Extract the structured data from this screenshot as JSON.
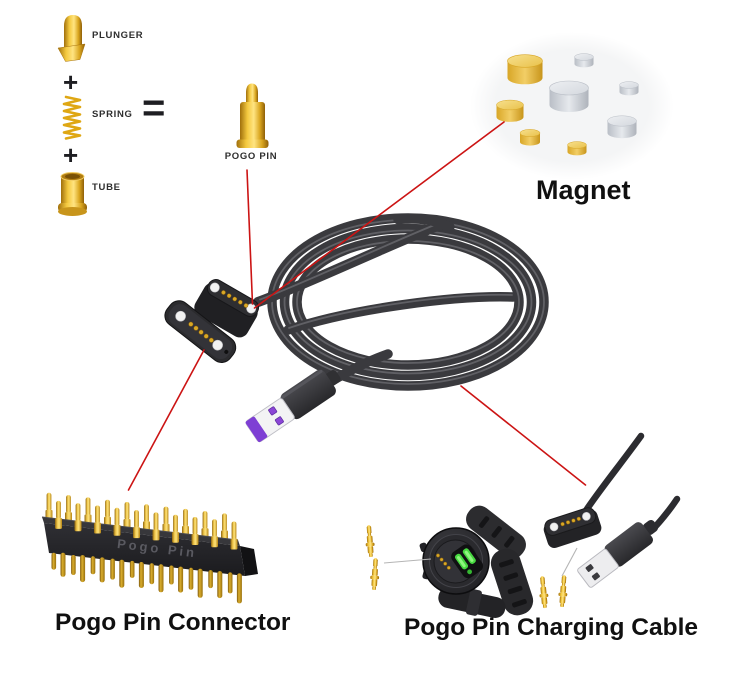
{
  "labels": {
    "plunger": "PLUNGER",
    "plus_1": "+",
    "spring": "SPRING",
    "plus_2": "+",
    "tube": "TUBE",
    "equals": "=",
    "pogo_pin": "POGO PIN",
    "magnet": "Magnet",
    "pogo_pin_connector": "Pogo Pin Connector",
    "pogo_pin_charging_cable": "Pogo Pin Charging Cable",
    "connector_embossed": "Pogo Pin"
  },
  "icons": {
    "plunger-icon": "gold plunger part (dome-top cylinder with flared cut base)",
    "spring-icon": "gold coil spring",
    "tube-icon": "gold open tube with flared base",
    "pogo-pin-icon": "assembled gold pogo pin",
    "magnet-discs": "8 cylindrical magnets, gold and silver",
    "charging-cable-coil": "coiled black charging cable with USB-A plug and magnetic pogo head",
    "pogo-plate-connector": "flat magnetic pogo plate with 5 contacts",
    "magnetic-connector-head": "magnetic pogo connector head with 5 contacts",
    "pogo-pin-connector-graphic": "black bar connector with two rows of gold pogo pins",
    "smartwatch": "black smartwatch seen from back with green optical sensor",
    "watch-charging-head": "magnetic watch charging head with 4 pogo contacts",
    "usb-a-plug": "USB-A plug",
    "small-pogo-pins": "4 loose gold pogo pins",
    "red-callout-lines": "4 red callout lines",
    "gray-callout-lines": "2 thin gray callout lines"
  },
  "colors": {
    "background": "#FFFFFF",
    "text-dark": "#1A1A1A",
    "gold": "#E8B125",
    "gold-light": "#F9D965",
    "gold-dark": "#9A6D10",
    "silver": "#C9CDD3",
    "silver-light": "#E8EAEE",
    "cable-black": "#3A3A3E",
    "cable-highlight": "#6A6A6F",
    "connector-black": "#242427",
    "magnet-dot-white": "#F2F2F2",
    "usb-shell": "#F2F2F3",
    "usb-purple": "#8B45D6",
    "sensor-green": "#3FD23F",
    "red-line": "#CC1414",
    "gray-line": "#B5B5B5",
    "emboss-gray": "#5A5A61"
  }
}
